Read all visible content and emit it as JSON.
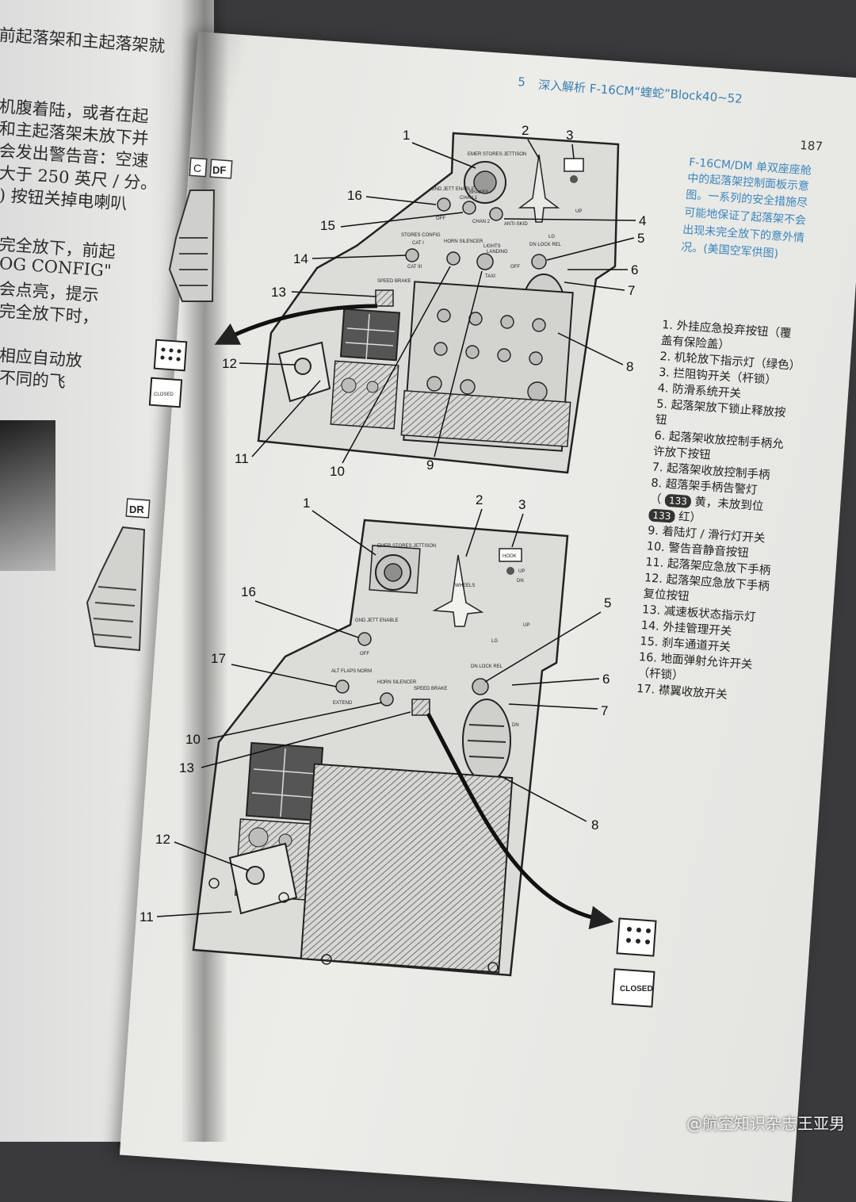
{
  "left_page": {
    "lines": [
      "前起落架和主起落架就",
      "机腹着陆，或者在起",
      "和主起落架未放下并",
      "会发出警告音：空速",
      "大于 250 英尺 / 分。",
      ") 按钮关掉电喇叭",
      "完全放下，前起",
      "OG CONFIG\"",
      "会点亮，提示",
      "完全放下时，",
      "相应自动放",
      "不同的飞"
    ],
    "badges": [
      "C",
      "DF",
      "DR"
    ]
  },
  "header": {
    "chapter": "5",
    "title": "深入解析 F-16CM“蝰蛇”Block40~52",
    "page_number": "187"
  },
  "caption": [
    "F-16CM/DM 单双座座舱",
    "中的起落架控制面板示意",
    "图。一系列的安全措施尽",
    "可能地保证了起落架不会",
    "出现未完全放下的意外情",
    "况。(美国空军供图)"
  ],
  "legend": [
    "1. 外挂应急投弃按钮（覆",
    "    盖有保险盖）",
    "2. 机轮放下指示灯（绿色）",
    "3. 拦阻钩开关（杆锁）",
    "4. 防滑系统开关",
    "5. 起落架放下锁止释放按",
    "    钮",
    "6. 起落架收放控制手柄允",
    "    许放下按钮",
    "7. 起落架收放控制手柄",
    "8. 超落架手柄告警灯",
    "9. 着陆灯 / 滑行灯开关",
    "10. 警告音静音按钮",
    "11. 起落架应急放下手柄",
    "12. 起落架应急放下手柄",
    "     复位按钮",
    "13. 减速板状态指示灯",
    "14. 外挂管理开关",
    "15. 刹车通道开关",
    "16. 地面弹射允许开关",
    "     （杆锁）",
    "17. 襟翼收放开关"
  ],
  "legend_warning": {
    "open": "（",
    "tag1": "133",
    "text1": "黄，未放到位",
    "tag2": "133",
    "text2": "红）"
  },
  "diagram_top": {
    "callouts": [
      "1",
      "2",
      "3",
      "16",
      "15",
      "4",
      "5",
      "14",
      "6",
      "13",
      "7",
      "12",
      "8",
      "11",
      "10",
      "9"
    ],
    "labels": [
      "EMER STORES JETTISON",
      "GND JETT ENABLE",
      "OFF",
      "BRAKES",
      "CHAN 1",
      "CHAN 2",
      "ANTI-SKID",
      "STORES CONFIG",
      "CAT I",
      "CAT III",
      "HORN SILENCER",
      "LIGHTS",
      "LANDING",
      "TAXI",
      "OFF",
      "DN LOCK REL",
      "SPEED BRAKE",
      "UP",
      "LG",
      "CLOSED"
    ]
  },
  "diagram_bottom": {
    "callouts": [
      "1",
      "2",
      "3",
      "16",
      "5",
      "17",
      "6",
      "7",
      "10",
      "13",
      "8",
      "12",
      "11"
    ],
    "labels": [
      "EMER STORES JETTISON",
      "WHEELS",
      "HOOK",
      "UP",
      "DN",
      "GND JETT ENABLE",
      "OFF",
      "ALT FLAPS NORM",
      "EXTEND",
      "HORN SILENCER",
      "SPEED BRAKE",
      "DN LOCK REL",
      "UP",
      "LG",
      "DN",
      "CLOSED"
    ]
  },
  "watermark": "@航空知识杂志王亚男"
}
